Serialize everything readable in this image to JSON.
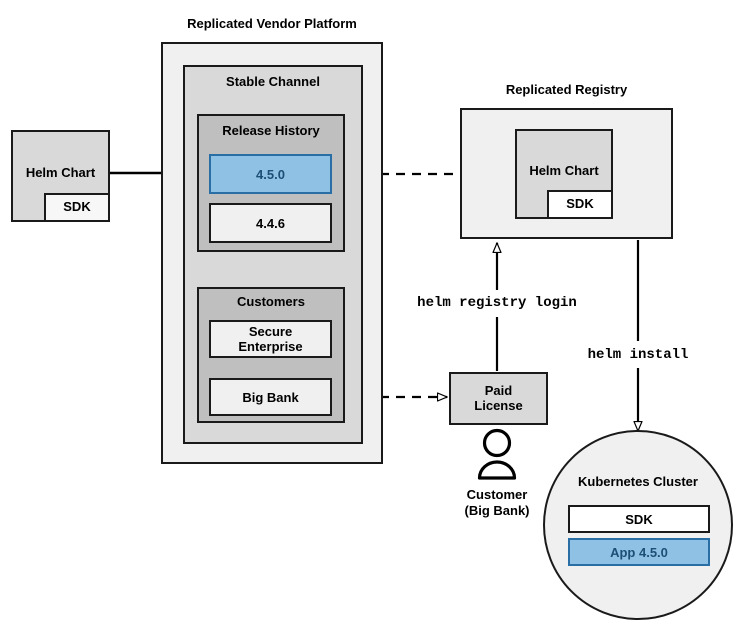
{
  "diagram": {
    "title_vendor_platform": "Replicated Vendor Platform",
    "title_registry": "Replicated Registry",
    "stable_channel_label": "Stable Channel",
    "release_history_label": "Release History",
    "customers_label": "Customers",
    "releases": [
      {
        "version": "4.5.0",
        "highlighted": true
      },
      {
        "version": "4.4.6",
        "highlighted": false
      }
    ],
    "customers": [
      {
        "name": "Secure\nEnterprise"
      },
      {
        "name": "Big Bank"
      }
    ],
    "helm_chart_left": {
      "label": "Helm Chart",
      "sdk_label": "SDK"
    },
    "registry_helm_chart": {
      "label": "Helm Chart",
      "sdk_label": "SDK"
    },
    "paid_license_label": "Paid\nLicense",
    "customer_caption": "Customer\n(Big Bank)",
    "commands": {
      "registry_login": "helm registry login",
      "install": "helm install"
    },
    "kubernetes_cluster": {
      "title": "Kubernetes Cluster",
      "sdk_label": "SDK",
      "app_label": "App 4.5.0"
    },
    "colors": {
      "highlight_fill": "#8ec1e3",
      "highlight_border": "#2a6ea6",
      "highlight_text": "#1c4f75",
      "outer_fill": "#f0f0f0",
      "mid_fill": "#d9d9d9",
      "inner_fill": "#bfbfbf",
      "stroke": "#1a1a1a"
    }
  }
}
